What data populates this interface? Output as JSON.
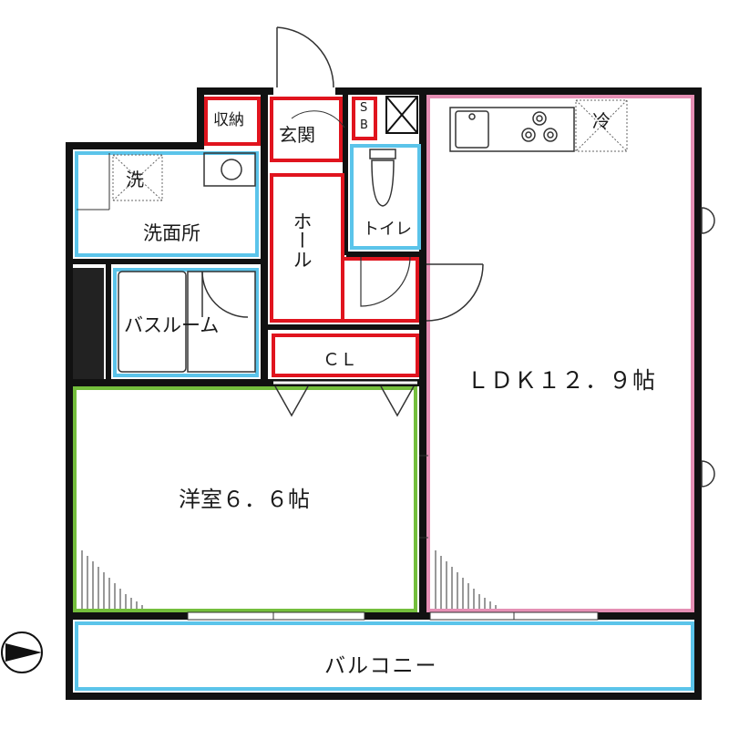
{
  "rooms": {
    "storage": "収納",
    "entrance": "玄関",
    "shoe_box_top": "S",
    "shoe_box_bottom": "B",
    "fridge": "冷",
    "washer": "洗",
    "washroom": "洗面所",
    "hall": "ホール",
    "toilet": "トイレ",
    "bathroom": "バスルーム",
    "closet": "ＣＬ",
    "ldk": "ＬＤＫ１２．９帖",
    "western_room": "洋室６．６帖",
    "balcony": "バルコニー"
  },
  "colors": {
    "wall": "#111111",
    "wet_area": "#5bc4ea",
    "entrance_area": "#e0141e",
    "ldk_area": "#e58fb4",
    "bedroom_area": "#74be3c",
    "storage_fill": "#222222"
  },
  "compass": {
    "direction": "east"
  }
}
